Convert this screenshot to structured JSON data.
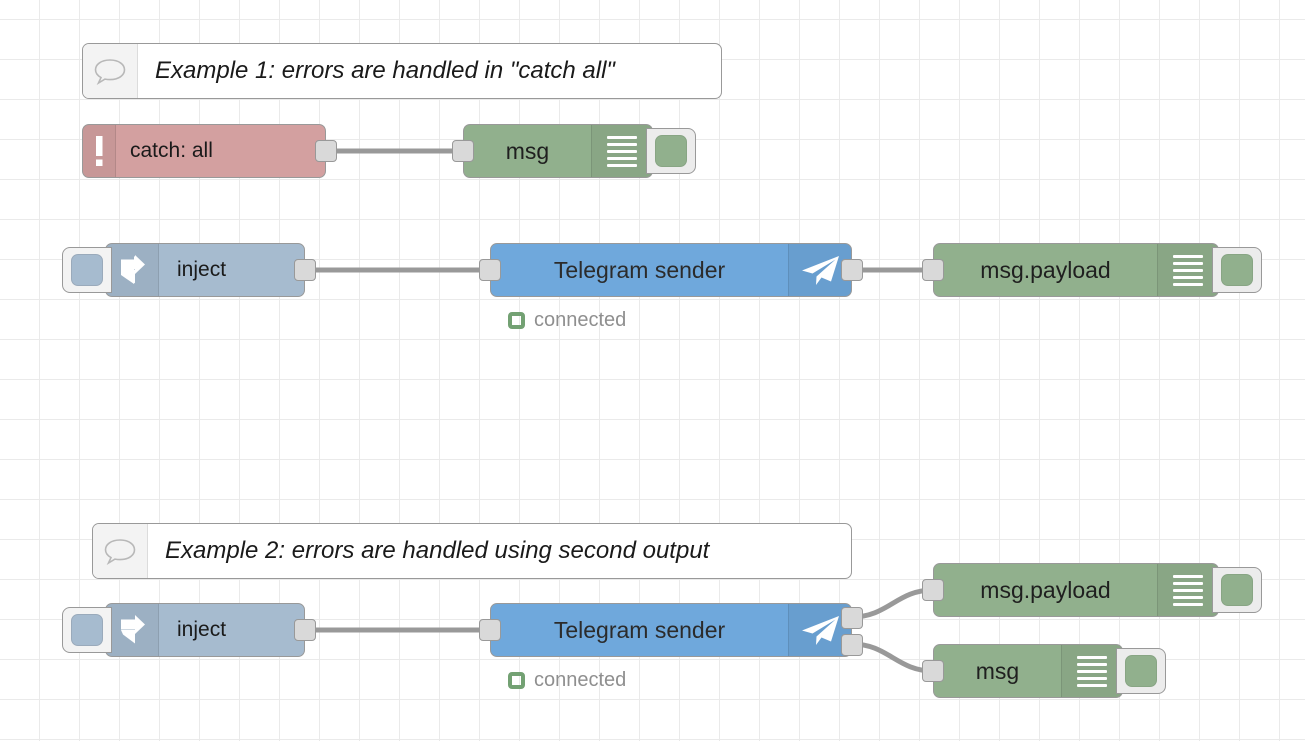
{
  "editor": {
    "name": "node-red-flow-canvas",
    "grid": {
      "minor_spacing": 40,
      "major_spacing": 200
    }
  },
  "palette": {
    "comment_bg": "#ffffff",
    "catch_bg": "#d3a0a0",
    "inject_bg": "#a6bbcf",
    "telegram_bg": "#6fa8dc",
    "debug_bg": "#91b08d",
    "wire": "#999999",
    "port": "#d9d9d9",
    "status_green": "#73a173",
    "status_text": "#8f8f8f",
    "grid_minor": "#eaeaea",
    "grid_major": "#dcdcdc"
  },
  "examples": [
    {
      "comment": "Example 1: errors are handled in \"catch all\"",
      "comment_icon": "speech-bubble-icon"
    },
    {
      "comment": "Example 2: errors are handled using second output",
      "comment_icon": "speech-bubble-icon"
    }
  ],
  "nodes": {
    "catch": {
      "label": "catch: all",
      "icon": "exclamation-icon",
      "type": "catch"
    },
    "debug_msg_top": {
      "label": "msg",
      "icon": "debug-bars-icon",
      "toggle": "debug-active-toggle",
      "type": "debug"
    },
    "inject_1": {
      "label": "inject",
      "icon": "arrow-right-icon",
      "button": "inject-trigger-button",
      "type": "inject"
    },
    "telegram_1": {
      "label": "Telegram sender",
      "icon": "telegram-paper-plane-icon",
      "status": "connected",
      "type": "telegram-sender"
    },
    "debug_payload_1": {
      "label": "msg.payload",
      "icon": "debug-bars-icon",
      "toggle": "debug-active-toggle",
      "type": "debug"
    },
    "inject_2": {
      "label": "inject",
      "icon": "arrow-right-icon",
      "button": "inject-trigger-button",
      "type": "inject"
    },
    "telegram_2": {
      "label": "Telegram sender",
      "icon": "telegram-paper-plane-icon",
      "status": "connected",
      "type": "telegram-sender",
      "outputs": 2
    },
    "debug_payload_2": {
      "label": "msg.payload",
      "icon": "debug-bars-icon",
      "toggle": "debug-active-toggle",
      "type": "debug"
    },
    "debug_msg_bottom": {
      "label": "msg",
      "icon": "debug-bars-icon",
      "toggle": "debug-active-toggle",
      "type": "debug"
    }
  }
}
